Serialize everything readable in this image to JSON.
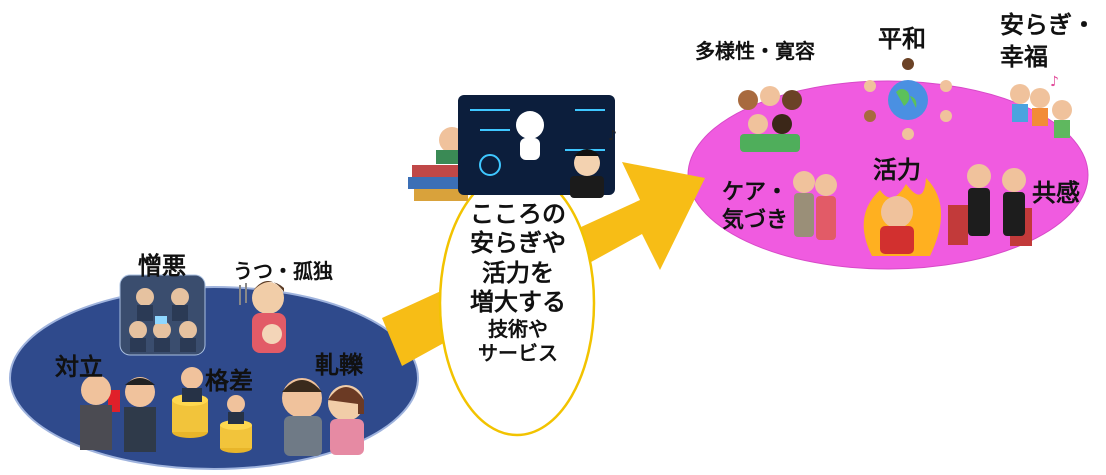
{
  "colors": {
    "left_ellipse": "#2f4a8c",
    "right_ellipse": "#f05be0",
    "arrow": "#f7bd16",
    "center_oval_border": "#f2c300"
  },
  "left_group": {
    "hatred": "憎悪",
    "depression": "うつ・孤独",
    "conflict": "対立",
    "inequality": "格差",
    "friction": "軋轢"
  },
  "center": {
    "line1": "こころの",
    "line2": "安らぎや",
    "line3": "活力を",
    "line4": "増大する",
    "line5": "技術や",
    "line6": "サービス"
  },
  "right_group": {
    "diversity": "多様性・寛容",
    "peace": "平和",
    "wellbeing_line1": "安らぎ・",
    "wellbeing_line2": "幸福",
    "care_line1": "ケア・",
    "care_line2": "気づき",
    "vitality": "活力",
    "empathy": "共感"
  },
  "icons": [
    "people-arguing-icon",
    "lonely-mother-icon",
    "people-on-phones-icon",
    "gold-coins-icon",
    "quarreling-couple-icon",
    "reading-person-icon",
    "ai-robot-icon",
    "conductor-icon",
    "diverse-crowd-icon",
    "world-peace-icon",
    "singing-people-icon",
    "caring-women-icon",
    "energetic-person-icon",
    "audience-icon"
  ]
}
